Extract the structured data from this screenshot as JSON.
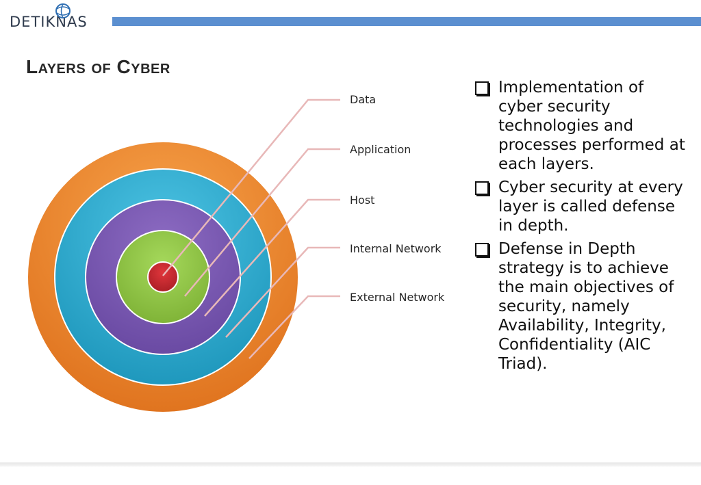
{
  "header": {
    "logo_text_prefix": "DE",
    "logo_text_ti": "TI",
    "logo_text_suffix": "KNAS",
    "bar_color": "#5b8fd0"
  },
  "slide": {
    "title": "Layers of Cyber"
  },
  "diagram": {
    "layers": [
      {
        "label": "Data",
        "color": "#c0272d"
      },
      {
        "label": "Application",
        "color": "#8dc63f"
      },
      {
        "label": "Host",
        "color": "#7b5ab2"
      },
      {
        "label": "Internal Network",
        "color": "#2fb0d2"
      },
      {
        "label": "External Network",
        "color": "#f38a2a"
      }
    ]
  },
  "bullets": [
    {
      "text": "Implementation of cyber security technologies and processes performed at each layers."
    },
    {
      "text": "Cyber security at every layer is called defense in depth."
    },
    {
      "text": "Defense in Depth strategy is to achieve the main objectives of security, namely Availability, Integrity, Confidentiality (AIC Triad)."
    }
  ]
}
